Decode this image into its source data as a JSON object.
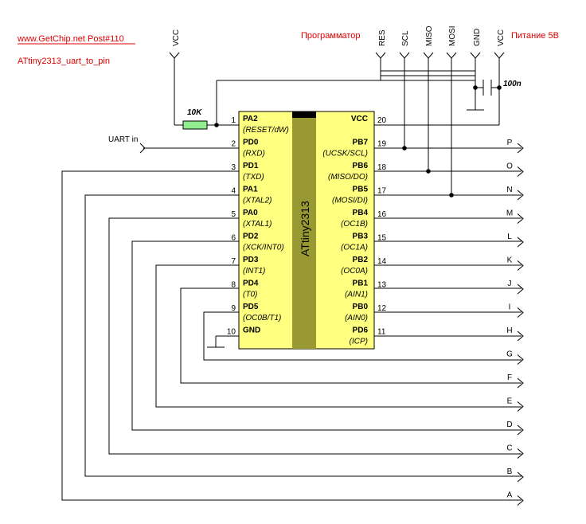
{
  "header": {
    "site": "www.GetChip.net   Post#110",
    "project": "ATtiny2313_uart_to_pin",
    "programmer_label": "Программатор",
    "power_label": "Питание 5В"
  },
  "top_connector": {
    "vcc_left": "VCC",
    "programmer_pins": [
      "RES",
      "SCL",
      "MISO",
      "MOSI"
    ],
    "power_pins": [
      "GND",
      "VCC"
    ]
  },
  "components": {
    "resistor": "10K",
    "capacitor": "100n",
    "uart_in": "UART in",
    "chip_name": "ATtiny2313"
  },
  "left_pins": [
    {
      "num": "1",
      "name": "PA2",
      "func": "(RESET/dW)"
    },
    {
      "num": "2",
      "name": "PD0",
      "func": "(RXD)"
    },
    {
      "num": "3",
      "name": "PD1",
      "func": "(TXD)"
    },
    {
      "num": "4",
      "name": "PA1",
      "func": "(XTAL2)"
    },
    {
      "num": "5",
      "name": "PA0",
      "func": "(XTAL1)"
    },
    {
      "num": "6",
      "name": "PD2",
      "func": "(XCK/INT0)"
    },
    {
      "num": "7",
      "name": "PD3",
      "func": "(INT1)"
    },
    {
      "num": "8",
      "name": "PD4",
      "func": "(T0)"
    },
    {
      "num": "9",
      "name": "PD5",
      "func": "(OC0B/T1)"
    },
    {
      "num": "10",
      "name": "GND",
      "func": ""
    }
  ],
  "right_pins": [
    {
      "num": "20",
      "name": "VCC",
      "func": ""
    },
    {
      "num": "19",
      "name": "PB7",
      "func": "(UCSK/SCL)"
    },
    {
      "num": "18",
      "name": "PB6",
      "func": "(MISO/DO)"
    },
    {
      "num": "17",
      "name": "PB5",
      "func": "(MOSI/DI)"
    },
    {
      "num": "16",
      "name": "PB4",
      "func": "(OC1B)"
    },
    {
      "num": "15",
      "name": "PB3",
      "func": "(OC1A)"
    },
    {
      "num": "14",
      "name": "PB2",
      "func": "(OC0A)"
    },
    {
      "num": "13",
      "name": "PB1",
      "func": "(AIN1)"
    },
    {
      "num": "12",
      "name": "PB0",
      "func": "(AIN0)"
    },
    {
      "num": "11",
      "name": "PD6",
      "func": "(ICP)"
    }
  ],
  "outputs": [
    "P",
    "O",
    "N",
    "M",
    "L",
    "K",
    "J",
    "I",
    "H",
    "G",
    "F",
    "E",
    "D",
    "C",
    "B",
    "A"
  ],
  "colors": {
    "chip_body": "#ffff80",
    "chip_stripe": "#999933",
    "resistor": "#90ee90",
    "label_red": "#e00000"
  }
}
